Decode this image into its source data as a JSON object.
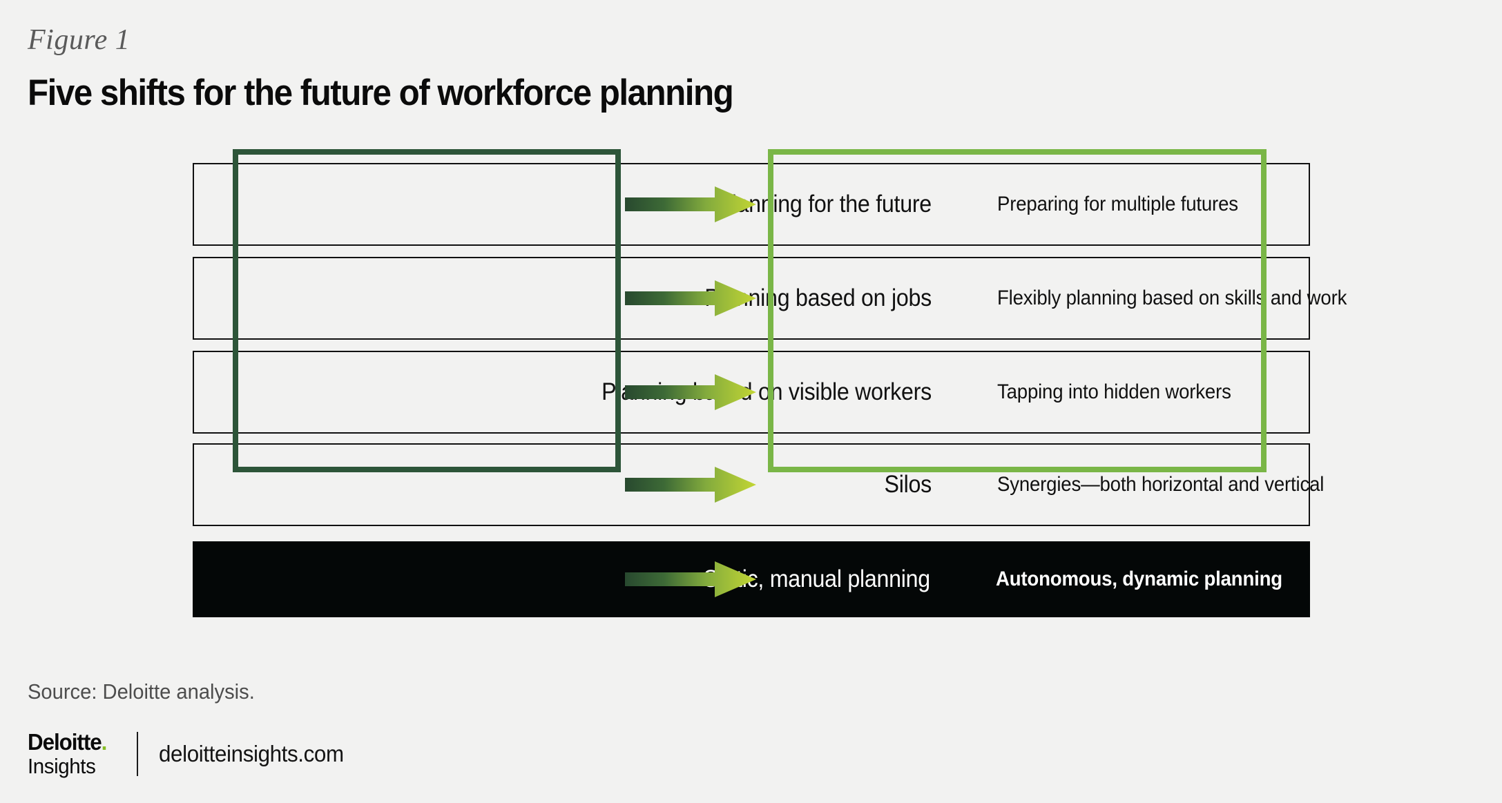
{
  "figure": {
    "label": "Figure 1",
    "title": "Five shifts for the future of workforce planning"
  },
  "colors": {
    "background": "#f2f2f1",
    "current_box_border": "#2d5539",
    "future_box_border": "#7ab647",
    "arrow_gradient_start": "#2d5539",
    "arrow_gradient_end": "#c3d634",
    "highlight_row_background": "#040707",
    "deloitte_green": "#86bc25"
  },
  "diagram": {
    "type": "shift-comparison",
    "left_column_heading": "",
    "right_column_heading": "",
    "arrow_icon": "right-arrow-icon",
    "rows": [
      {
        "from": "Planning for the future",
        "to": "Preparing for multiple futures",
        "highlighted": false
      },
      {
        "from": "Planning based on jobs",
        "to": "Flexibly planning based on skills and work",
        "highlighted": false
      },
      {
        "from": "Planning based on visible workers",
        "to": "Tapping into hidden workers",
        "highlighted": false
      },
      {
        "from": "Silos",
        "to": "Synergies—both horizontal and vertical",
        "highlighted": false
      },
      {
        "from": "Static, manual planning",
        "to": "Autonomous, dynamic planning",
        "highlighted": true
      }
    ]
  },
  "footer": {
    "source": "Source: Deloitte analysis.",
    "logo_word": "Deloitte",
    "logo_dot": ".",
    "logo_subword": "Insights",
    "url": "deloitteinsights.com"
  }
}
